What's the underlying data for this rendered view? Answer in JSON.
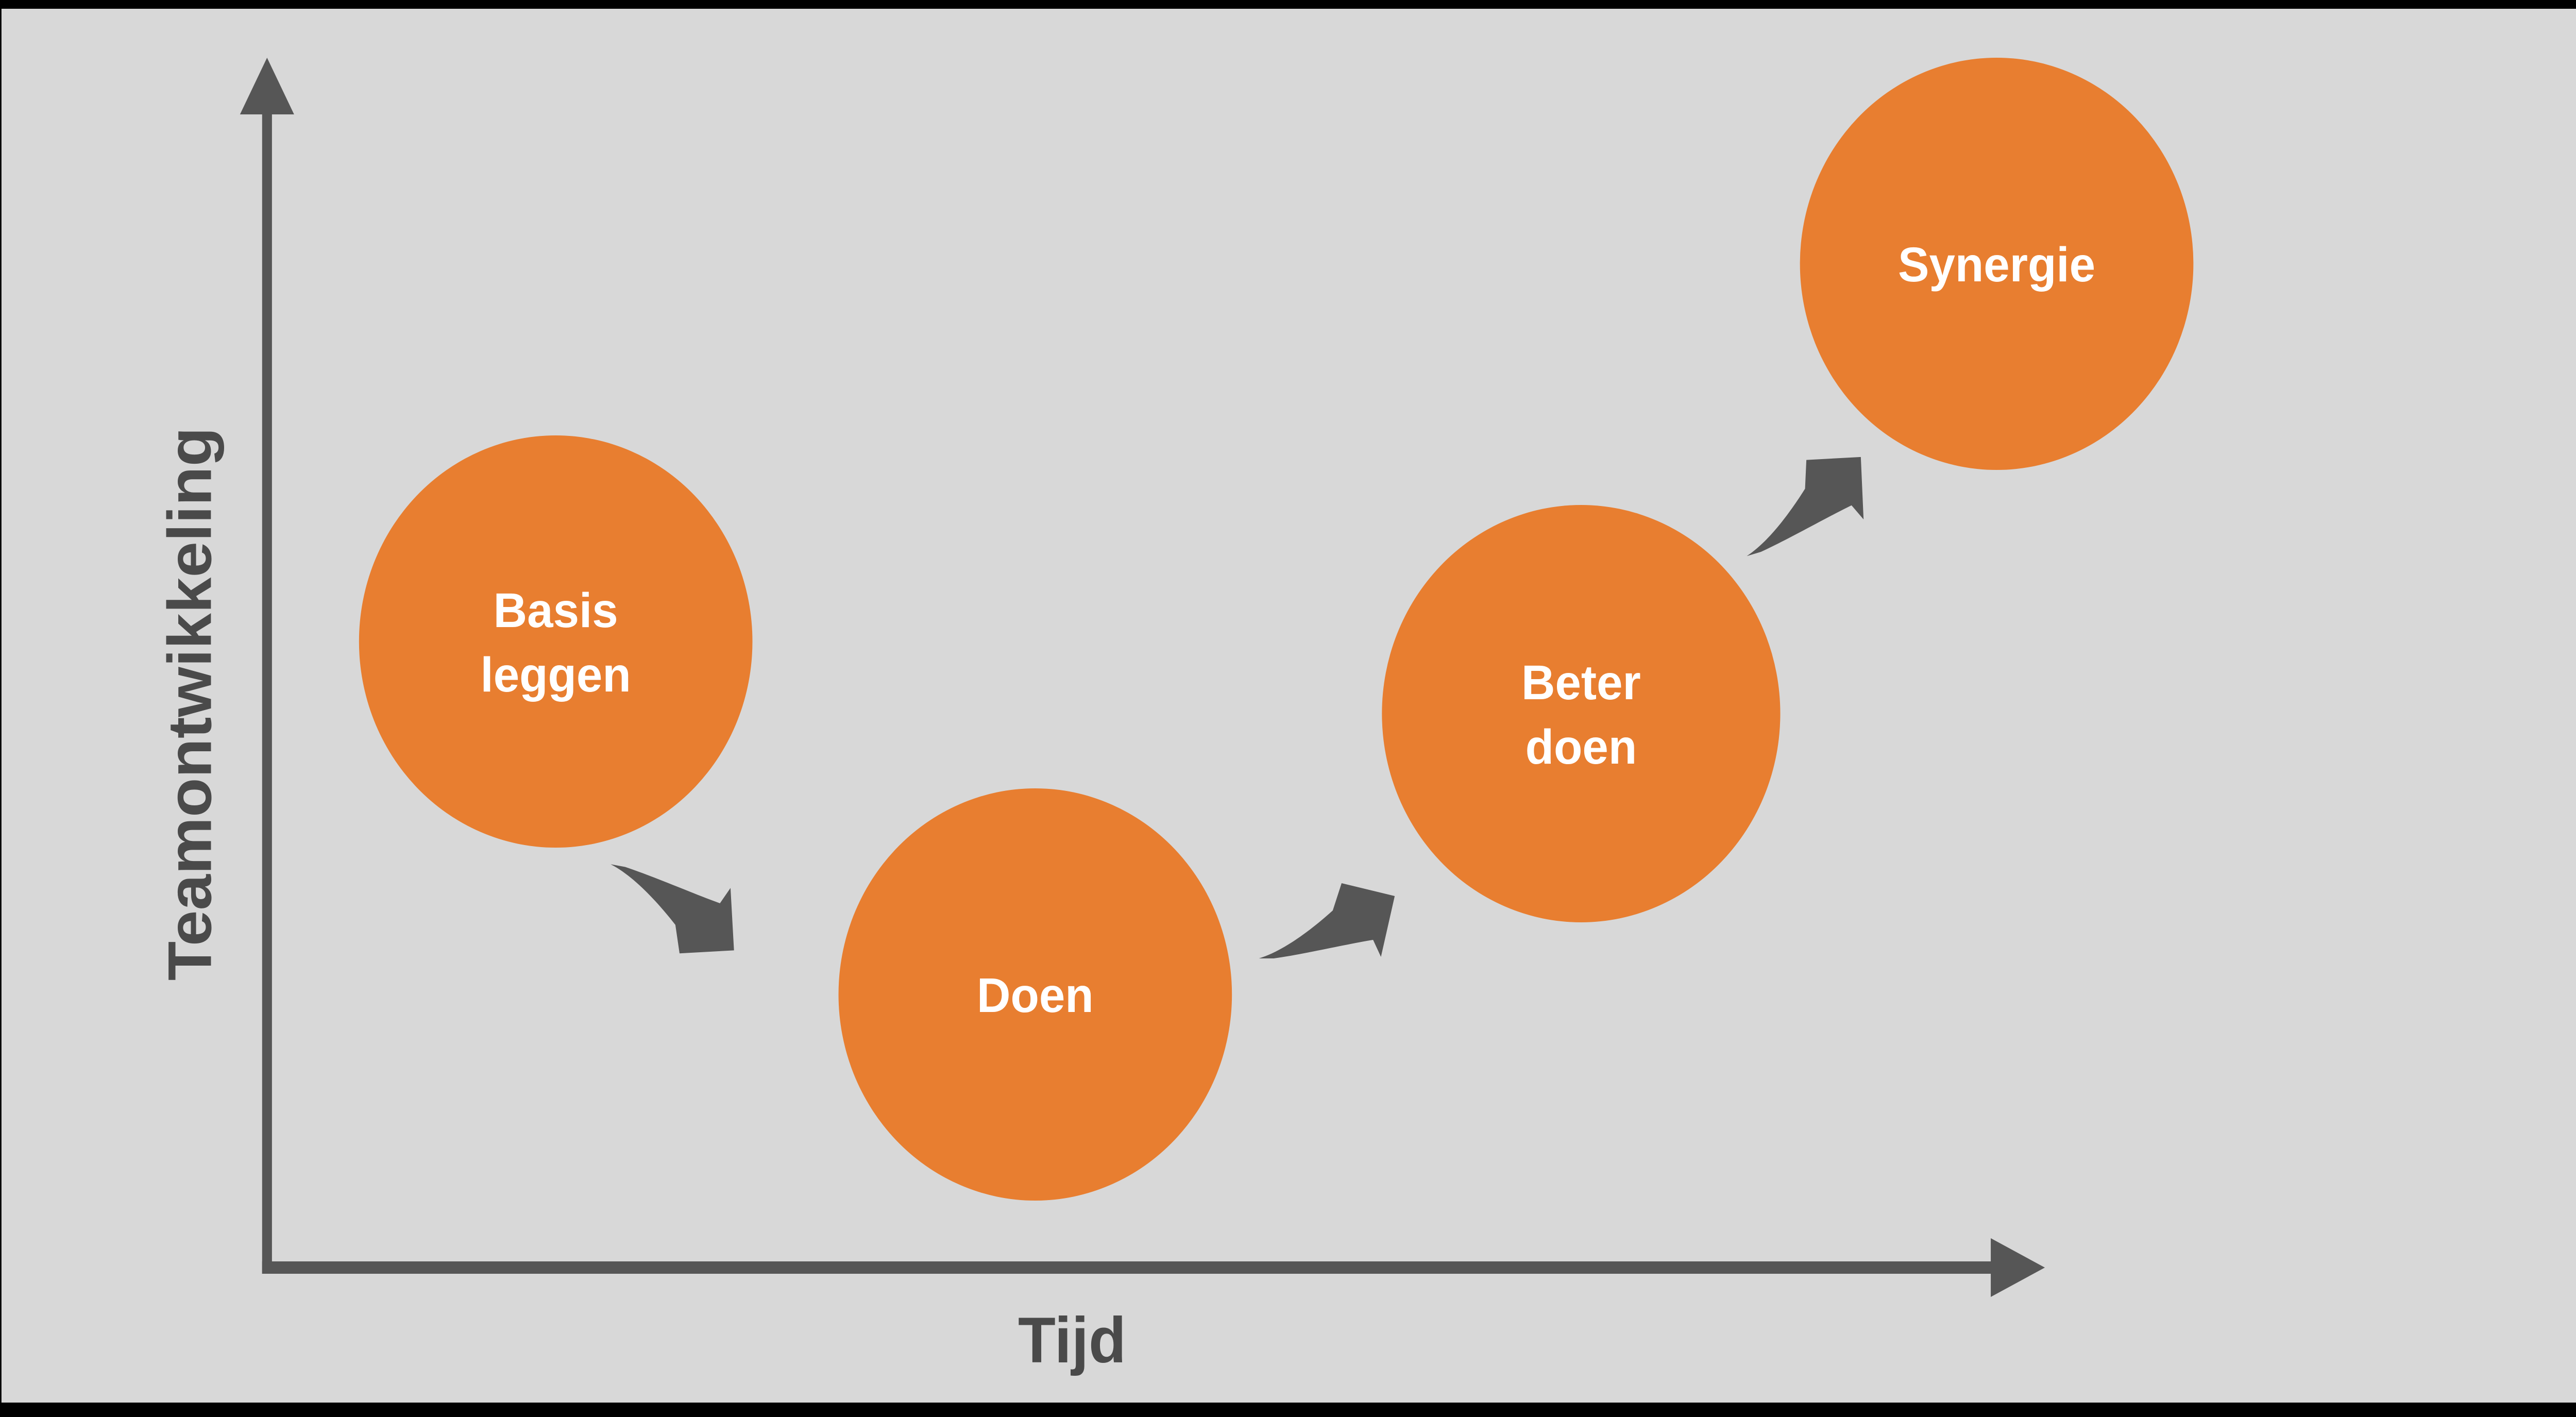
{
  "colors": {
    "frame": "#000000",
    "canvas": "#D8D8D8",
    "accent_orange": "#E87E30",
    "dark_gray": "#565656",
    "label_gray": "#4A4A4A",
    "circle_text": "#FFFFFF"
  },
  "axes": {
    "y_label": "Teamontwikkeling",
    "x_label": "Tijd"
  },
  "stages": [
    {
      "id": "basis-leggen",
      "lines": [
        "Basis",
        "leggen"
      ]
    },
    {
      "id": "doen",
      "lines": [
        "Doen"
      ]
    },
    {
      "id": "beter-doen",
      "lines": [
        "Beter",
        "doen"
      ]
    },
    {
      "id": "synergie",
      "lines": [
        "Synergie"
      ]
    }
  ]
}
